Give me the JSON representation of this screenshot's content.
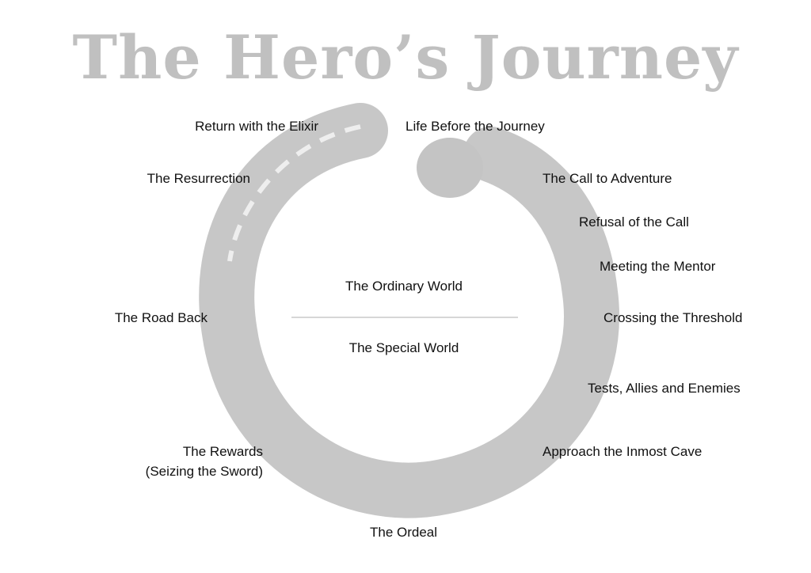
{
  "title": "The Hero’s Journey",
  "center": {
    "top": "The Ordinary World",
    "bottom": "The Special World"
  },
  "stages": {
    "s1": "Life Before the Journey",
    "s2": "The Call to Adventure",
    "s3": "Refusal of the Call",
    "s4": "Meeting the Mentor",
    "s5": "Crossing the Threshold",
    "s6": "Tests, Allies and Enemies",
    "s7": "Approach the Inmost Cave",
    "s8": "The Ordeal",
    "s9a": "The Rewards",
    "s9b": "(Seizing the Sword)",
    "s10": "The Road Back",
    "s11": "The Resurrection",
    "s12": "Return with the Elixir"
  },
  "colors": {
    "brush": "#c4c4c4",
    "title": "#c0c0c0"
  }
}
